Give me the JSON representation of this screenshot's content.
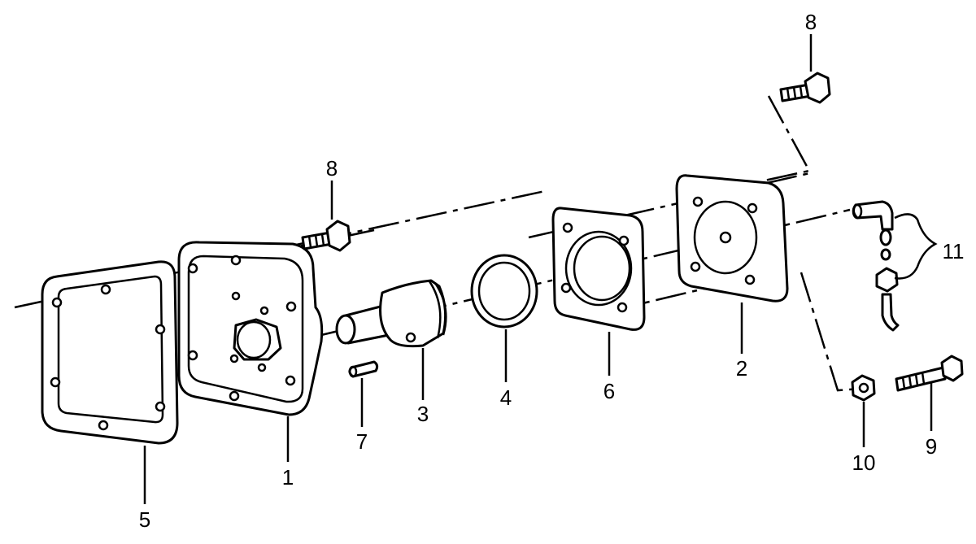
{
  "callouts": {
    "c1": "1",
    "c2": "2",
    "c3": "3",
    "c4": "4",
    "c5": "5",
    "c6": "6",
    "c7": "7",
    "c8a": "8",
    "c8b": "8",
    "c9": "9",
    "c10": "10",
    "c11": "11"
  },
  "colors": {
    "line": "#000000",
    "background": "#ffffff"
  }
}
